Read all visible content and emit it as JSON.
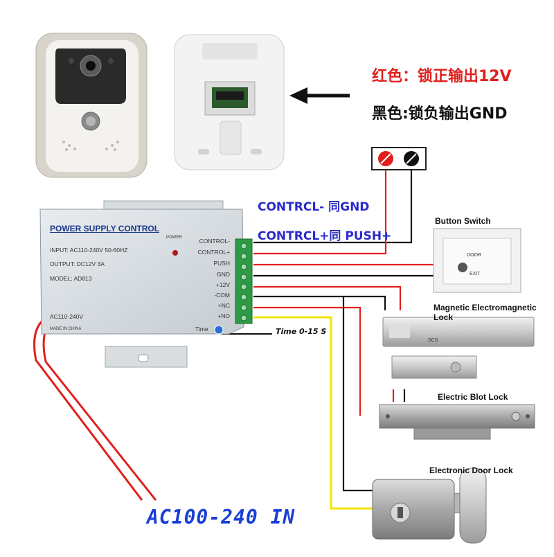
{
  "annotations": {
    "red_wire_note": "红色：锁正输出12V",
    "black_wire_note": "黑色:锁负输出GND",
    "control_minus": "CONTRCL- 同GND",
    "control_plus": "CONTRCL+同 PUSH+",
    "time_note": "Time 0-15 S",
    "ac_input": "AC100-240 IN"
  },
  "components": {
    "button_switch": "Button Switch",
    "magnetic_lock": "Magnetic Electromagnetic Lock",
    "bolt_lock": "Electric Blot Lock",
    "door_lock": "Electronic Door Lock",
    "door_plate_top": "DOOR",
    "door_plate_bottom": "EXIT",
    "mag_lock_brand": "SCS"
  },
  "power_supply": {
    "title": "POWER SUPPLY CONTROL",
    "input": "INPUT: AC110-240V  50-60HZ",
    "output": "OUTPUT: DC12V  3A",
    "model": "MODEL: AD813",
    "ac_label": "AC110-240V",
    "made_in": "MADE IN CHINA",
    "power_led": "POWER",
    "time_knob": "Time",
    "terminals": [
      "CONTROL-",
      "CONTROL+",
      "PUSH",
      "GND",
      "+12V",
      "-COM",
      "+NC",
      "+NO"
    ]
  },
  "colors": {
    "wire_red": "#e0201c",
    "wire_black": "#111111",
    "wire_yellow": "#f2e400",
    "label_blue": "#2a2ac8",
    "ac_blue": "#1a3fd6",
    "terminal_green": "#2f9a45"
  }
}
